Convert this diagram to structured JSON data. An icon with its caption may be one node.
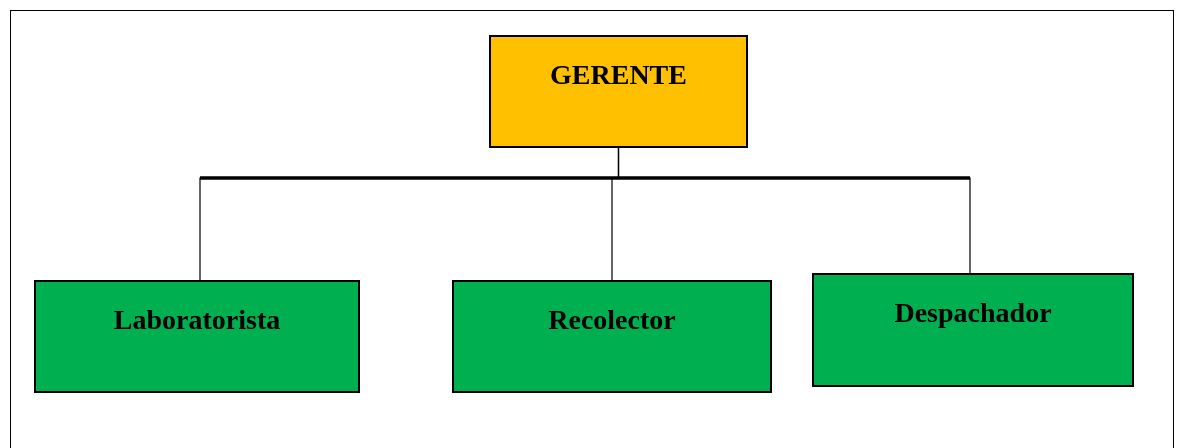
{
  "diagram": {
    "nodes": [
      {
        "text": [
          "GERENTE"
        ]
      },
      {
        "text": [
          "Laboratorista"
        ]
      },
      {
        "text": [
          "Recolector"
        ]
      },
      {
        "text": [
          "Despachador"
        ]
      }
    ],
    "edges": [
      {
        "from": 0,
        "to": 1,
        "arrow": "none"
      },
      {
        "from": 0,
        "to": 2,
        "arrow": "none"
      },
      {
        "from": 0,
        "to": 3,
        "arrow": "none"
      }
    ]
  }
}
